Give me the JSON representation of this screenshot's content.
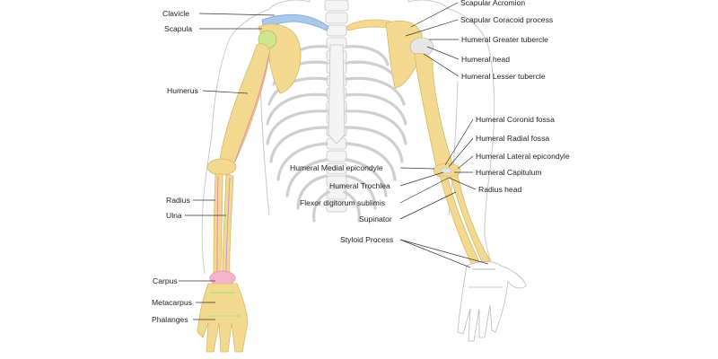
{
  "labels_left": {
    "clavicle": "Clavicle",
    "scapula": "Scapula",
    "humerus": "Humerus",
    "radius": "Radius",
    "ulna": "Ulna",
    "carpus": "Carpus",
    "metacarpus": "Metacarpus",
    "phalanges": "Phalanges"
  },
  "labels_center": {
    "humeral_medial_epicondyle": "Humeral Medial epicondyle",
    "humeral_trochlea": "Humeral Trochlea",
    "flexor_digitorum": "Flexor digitorum sublimis",
    "supinator": "Supinator",
    "styloid_process": "Styloid Process"
  },
  "labels_right": {
    "scapular_acromion": "Scapular Acromion",
    "scapular_coracoid": "Scapular Coracoid process",
    "humeral_greater_tubercle": "Humeral Greater tubercle",
    "humeral_head": "Humeral head",
    "humeral_lesser_tubercle": "Humeral Lesser tubercle",
    "humeral_coronid_fossa": "Humeral Coronid fossa",
    "humeral_radial_fossa": "Humeral Radial fossa",
    "humeral_lateral_epicondyle": "Humeral Lateral epicondyle",
    "humeral_capitulum": "Humeral Capitulum",
    "radius_head": "Radius head"
  },
  "colors": {
    "bone": "#f3d98f",
    "highlight_pink": "#e88bb0",
    "highlight_blue": "#8fb6e0",
    "highlight_green": "#bfe07a",
    "skeleton_grey": "#cfcfcf"
  }
}
